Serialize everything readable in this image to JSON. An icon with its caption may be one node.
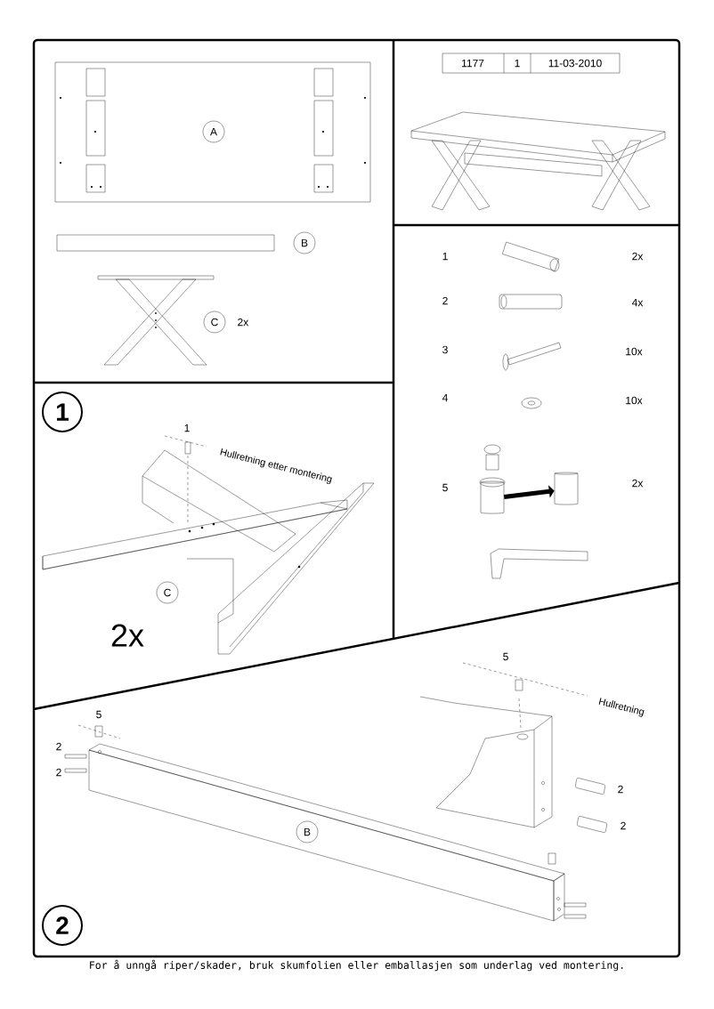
{
  "diagram": {
    "nodes": [
      {
        "text": [
          "A"
        ]
      },
      {
        "text": [
          "B"
        ]
      },
      {
        "text": [
          "C"
        ],
        "beside": [
          "2x"
        ]
      },
      {
        "text": [
          "1"
        ]
      },
      {
        "text": [
          "C"
        ]
      },
      {
        "text": [
          "2"
        ]
      },
      {
        "text": [
          "B"
        ]
      },
      {
        "text": [],
        "shape": "cylinder"
      },
      {
        "text": [],
        "shape": "cylinder"
      }
    ],
    "edges": [
      {
        "from": 7,
        "to": 8,
        "arrow": "to"
      }
    ],
    "labels": [
      "1177",
      "1",
      "11-03-2010",
      "1",
      "2x",
      "2",
      "4x",
      "3",
      "10x",
      "4",
      "10x",
      "5",
      "2x",
      "1",
      "Hullretning etter montering",
      "2x",
      "5",
      "Hullretning",
      "5",
      "2",
      "2",
      "2",
      "2",
      "For å unngå riper/skader, bruk skumfolien eller emballasjen som underlag ved montering."
    ]
  }
}
